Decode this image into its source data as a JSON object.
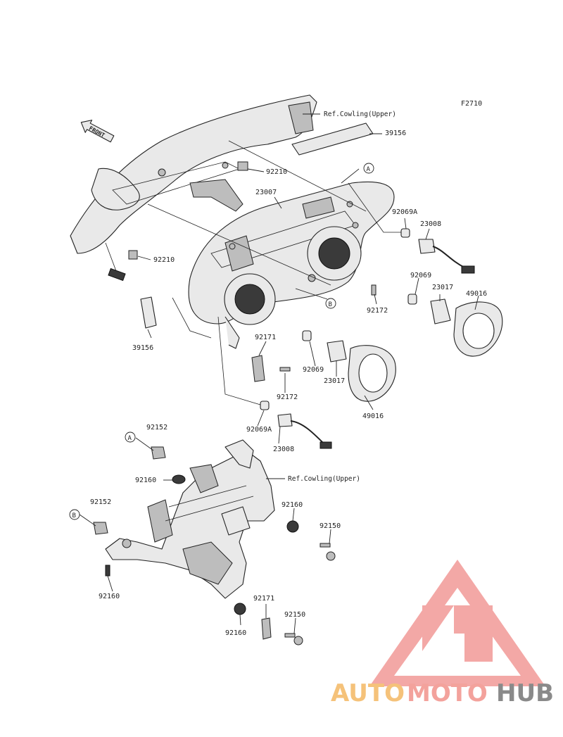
{
  "diagram": {
    "figure_code": "F2710",
    "front_marker": "FRONT",
    "refs": {
      "cowling_upper_top": "Ref.Cowling(Upper)",
      "cowling_upper_bottom": "Ref.Cowling(Upper)"
    },
    "callouts": {
      "A_top": "A",
      "B_top": "B",
      "A_bottom": "A",
      "B_bottom": "B"
    },
    "parts": {
      "p39156_top": "39156",
      "p92210_top": "92210",
      "p23007": "23007",
      "p92069A_top": "92069A",
      "p23008_top": "23008",
      "p92210_left": "92210",
      "p92069_right": "92069",
      "p23017_right": "23017",
      "p49016_right": "49016",
      "p92172_right": "92172",
      "p39156_left": "39156",
      "p92171_top": "92171",
      "p92069_mid": "92069",
      "p23017_mid": "23017",
      "p92172_mid": "92172",
      "p49016_mid": "49016",
      "p92069A_mid": "92069A",
      "p23008_mid": "23008",
      "p92152_top": "92152",
      "p92160_a": "92160",
      "p92152_b": "92152",
      "p92160_b": "92160",
      "p92150_a": "92150",
      "p92160_c": "92160",
      "p92171_b": "92171",
      "p92160_d": "92160",
      "p92150_b": "92150"
    }
  },
  "watermark": {
    "part1": "AUTO",
    "part2": "MOTO",
    "part3": "HUB",
    "color1": "#f5c27a",
    "color2": "#f3a29c",
    "color3": "#8a8a8a",
    "logo_color": "#f29a97"
  }
}
